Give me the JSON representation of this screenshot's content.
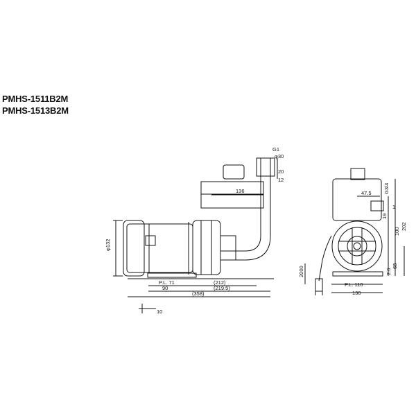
{
  "models": [
    "PMHS-1511B2M",
    "PMHS-1513B2M"
  ],
  "side_view": {
    "dims": {
      "g1": "G1",
      "phi30": "φ30",
      "d20": "20",
      "d12": "12",
      "d136": "136",
      "phi132": "φ132",
      "pl71": "P.L. 71",
      "d90": "90",
      "d212": "(212)",
      "d2195": "(219.5)",
      "d358": "(358)",
      "d10": "10"
    }
  },
  "front_view": {
    "dims": {
      "d475": "47.5",
      "g34": "G3/4",
      "d19": "19",
      "d1": "1",
      "d100": "100",
      "d202": "202",
      "d68": "68",
      "d26": "2.6",
      "d2000": "2000",
      "pl110": "P.L. 110",
      "d130": "130"
    }
  },
  "colors": {
    "ink": "#111111",
    "paper": "#ffffff"
  }
}
